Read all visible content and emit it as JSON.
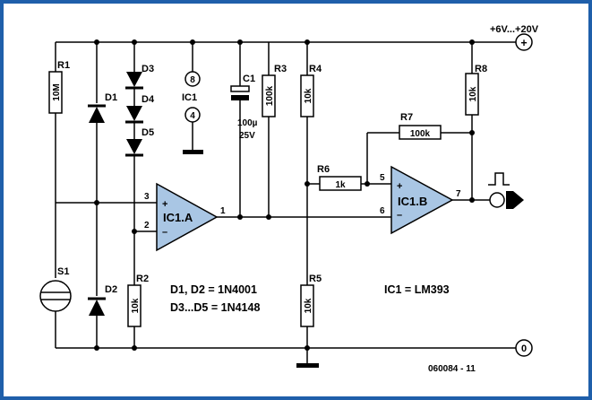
{
  "supply": {
    "label": "+6V...+20V",
    "plus_symbol": "+",
    "ground_symbol": "0"
  },
  "components": {
    "r1": {
      "ref": "R1",
      "value": "10M"
    },
    "r2": {
      "ref": "R2",
      "value": "10k"
    },
    "r3": {
      "ref": "R3",
      "value": "100k"
    },
    "r4": {
      "ref": "R4",
      "value": "10k"
    },
    "r5": {
      "ref": "R5",
      "value": "10k"
    },
    "r6": {
      "ref": "R6",
      "value": "1k"
    },
    "r7": {
      "ref": "R7",
      "value": "100k"
    },
    "r8": {
      "ref": "R8",
      "value": "10k"
    },
    "c1": {
      "ref": "C1",
      "value": "100µ",
      "voltage": "25V"
    },
    "d1": "D1",
    "d2": "D2",
    "d3": "D3",
    "d4": "D4",
    "d5": "D5",
    "s1": "S1",
    "ic1": {
      "ref": "IC1",
      "pin_top": "8",
      "pin_bottom": "4"
    },
    "ic1a": {
      "label": "IC1.A",
      "pin_in_plus": "3",
      "pin_in_minus": "2",
      "pin_out": "1"
    },
    "ic1b": {
      "label": "IC1.B",
      "pin_in_plus": "5",
      "pin_in_minus": "6",
      "pin_out": "7"
    }
  },
  "notes": {
    "line1": "D1, D2 = 1N4001",
    "line2": "D3...D5 = 1N4148",
    "ic": "IC1 = LM393",
    "code": "060084 - 11"
  },
  "colors": {
    "frame": "#1f5faa",
    "opamp_fill": "#a9c6e4",
    "wire": "#000000"
  }
}
